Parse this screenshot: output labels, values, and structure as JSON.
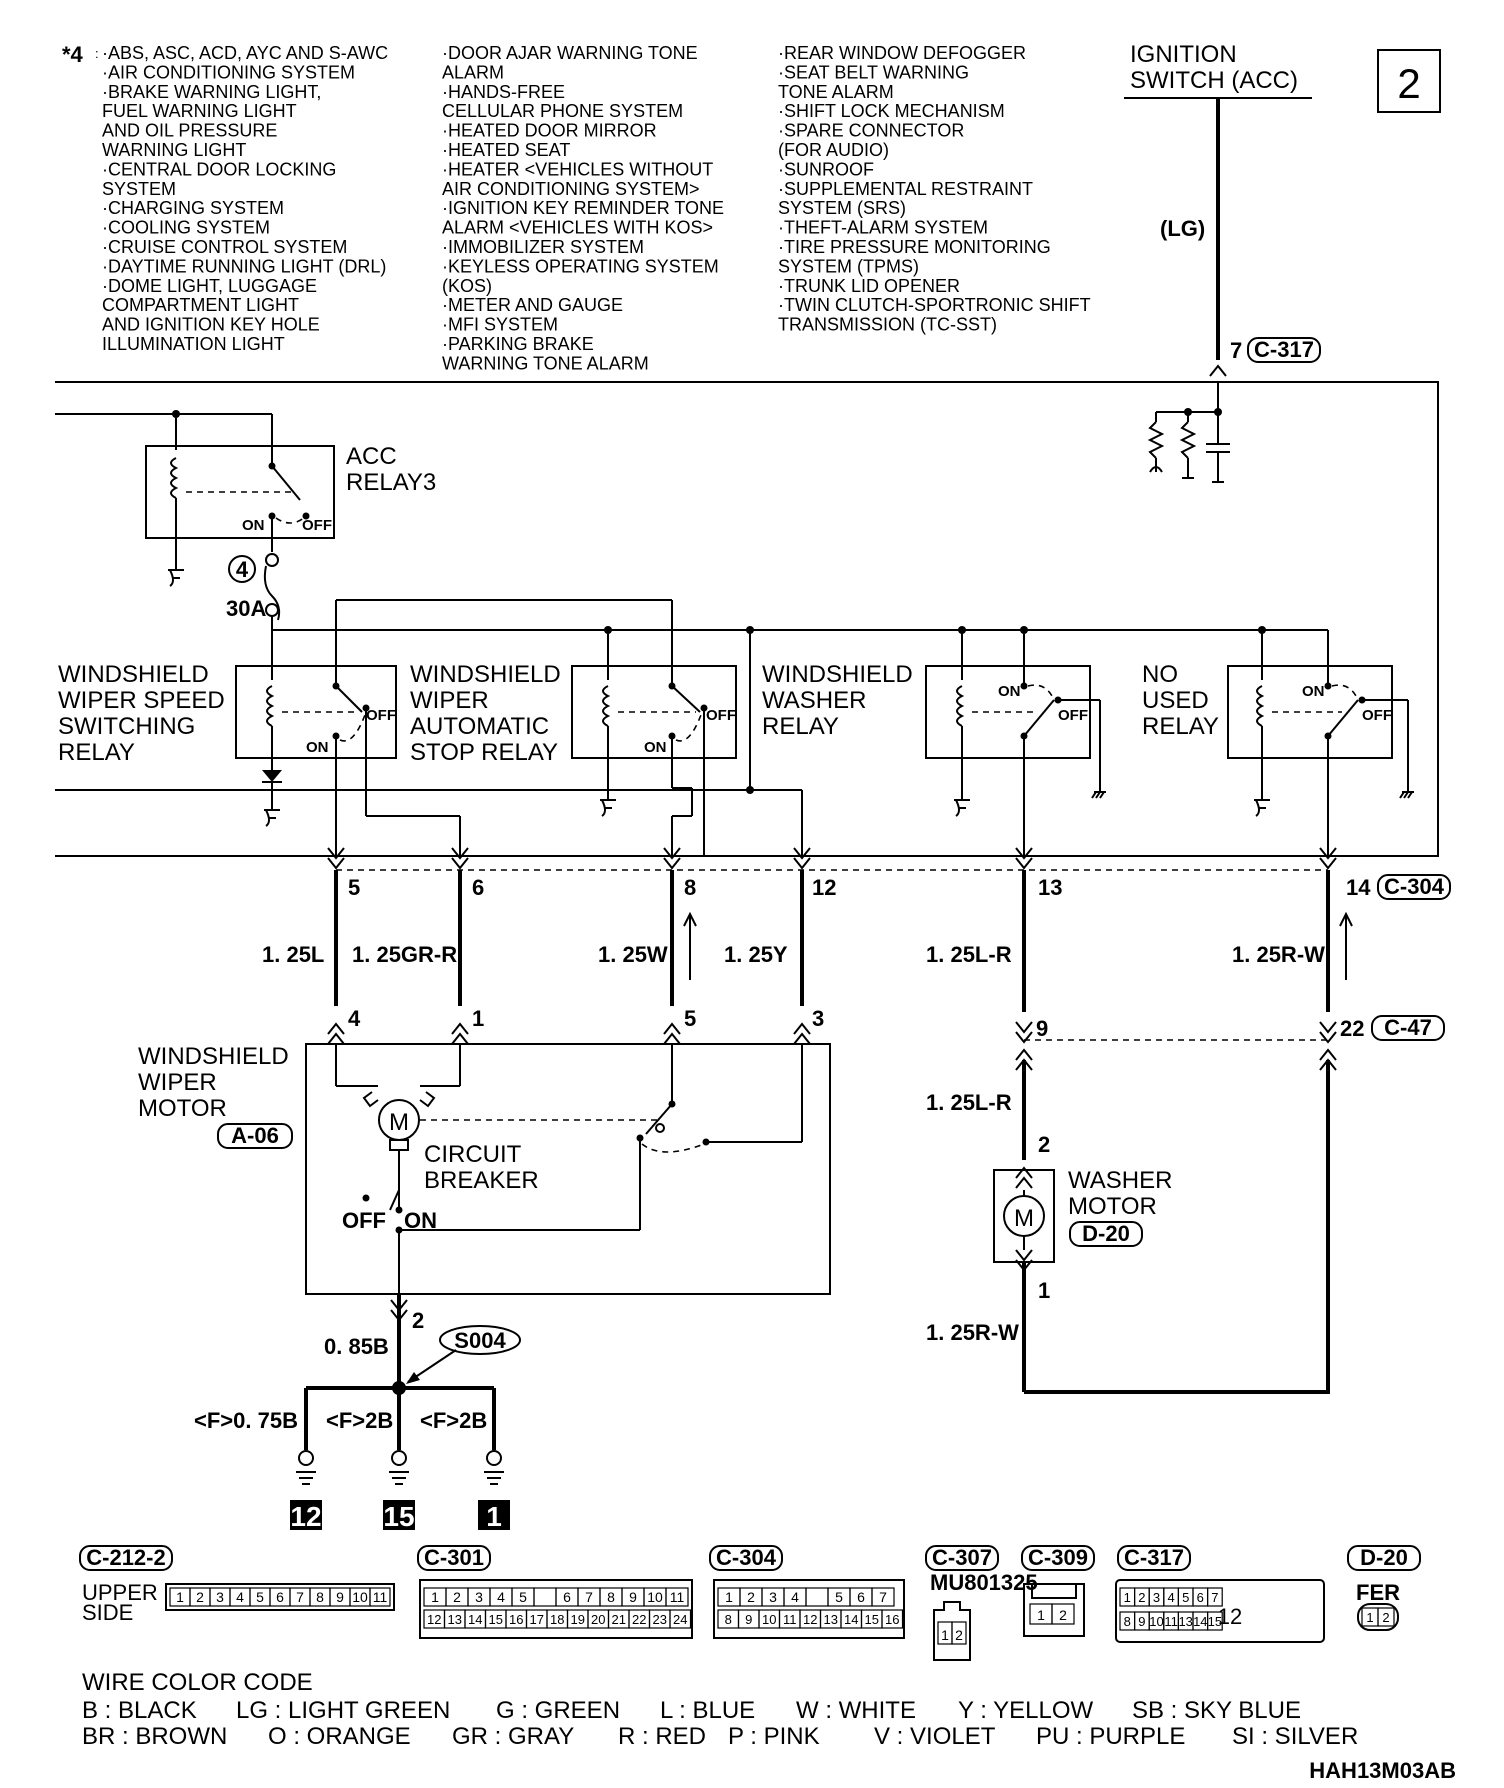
{
  "note": {
    "marker": "*4",
    "col1": [
      "·ABS, ASC, ACD, AYC AND S-AWC",
      "·AIR CONDITIONING SYSTEM",
      "·BRAKE WARNING LIGHT,",
      " FUEL WARNING LIGHT",
      " AND OIL PRESSURE",
      " WARNING LIGHT",
      "·CENTRAL DOOR LOCKING",
      " SYSTEM",
      "·CHARGING SYSTEM",
      "·COOLING SYSTEM",
      "·CRUISE CONTROL SYSTEM",
      "·DAYTIME RUNNING LIGHT (DRL)",
      "·DOME LIGHT, LUGGAGE",
      " COMPARTMENT LIGHT",
      " AND IGNITION KEY HOLE",
      " ILLUMINATION LIGHT"
    ],
    "col2": [
      "·DOOR AJAR WARNING TONE",
      " ALARM",
      "·HANDS-FREE",
      " CELLULAR PHONE SYSTEM",
      "·HEATED DOOR MIRROR",
      "·HEATED SEAT",
      "·HEATER <VEHICLES WITHOUT",
      " AIR CONDITIONING SYSTEM>",
      "·IGNITION KEY REMINDER TONE",
      " ALARM <VEHICLES WITH KOS>",
      "·IMMOBILIZER SYSTEM",
      "·KEYLESS OPERATING SYSTEM",
      " (KOS)",
      "·METER AND GAUGE",
      "·MFI SYSTEM",
      "·PARKING BRAKE",
      " WARNING TONE ALARM"
    ],
    "col3": [
      "·REAR WINDOW DEFOGGER",
      "·SEAT BELT WARNING",
      " TONE ALARM",
      "·SHIFT LOCK MECHANISM",
      "·SPARE CONNECTOR",
      " (FOR AUDIO)",
      "·SUNROOF",
      "·SUPPLEMENTAL RESTRAINT",
      " SYSTEM (SRS)",
      "·THEFT-ALARM SYSTEM",
      "·TIRE PRESSURE MONITORING",
      " SYSTEM (TPMS)",
      "·TRUNK LID OPENER",
      "·TWIN CLUTCH-SPORTRONIC SHIFT",
      " TRANSMISSION (TC-SST)"
    ]
  },
  "page_box": "2",
  "ignition": {
    "line1": "IGNITION",
    "line2": "SWITCH (ACC)",
    "wire": "(LG)",
    "pin": "7",
    "connector": "C-317"
  },
  "acc_relay": {
    "line1": "ACC",
    "line2": "RELAY3",
    "on": "ON",
    "off": "OFF"
  },
  "fuse": {
    "number": "4",
    "rating": "30A"
  },
  "relays": {
    "speed": [
      "WINDSHIELD",
      "WIPER SPEED",
      "SWITCHING",
      "RELAY"
    ],
    "autostop": [
      "WINDSHIELD",
      "WIPER",
      "AUTOMATIC",
      "STOP RELAY"
    ],
    "washer": [
      "WINDSHIELD",
      "WASHER",
      "RELAY"
    ],
    "unused": [
      "NO",
      "USED",
      "RELAY"
    ],
    "on": "ON",
    "off": "OFF"
  },
  "c304": {
    "pins": [
      "5",
      "6",
      "8",
      "12",
      "13",
      "14"
    ],
    "connector": "C-304"
  },
  "wires": {
    "w5": "1. 25L",
    "w6": "1. 25GR-R",
    "w8": "1. 25W",
    "w12": "1. 25Y",
    "w13": "1. 25L-R",
    "w14": "1. 25R-W",
    "w9": "1. 25L-R",
    "wmotor": "1. 25R-W",
    "wground": "0. 85B"
  },
  "motor_pins": [
    "4",
    "1",
    "5",
    "3",
    "2"
  ],
  "c47": {
    "pins": [
      "9",
      "22"
    ],
    "connector": "C-47"
  },
  "wiper_motor": {
    "lines": [
      "WINDSHIELD",
      "WIPER",
      "MOTOR"
    ],
    "connector": "A-06",
    "symbol": "M"
  },
  "breaker": {
    "line1": "CIRCUIT",
    "line2": "BREAKER",
    "off": "OFF",
    "on": "ON"
  },
  "washer_motor": {
    "line1": "WASHER",
    "line2": "MOTOR",
    "connector": "D-20",
    "pins": [
      "2",
      "1"
    ],
    "symbol": "M"
  },
  "ground": {
    "splice": "S004",
    "branches": [
      "<F>0. 75B",
      "<F>2B",
      "<F>2B"
    ],
    "points": [
      "12",
      "15",
      "1"
    ]
  },
  "connectors": {
    "c212": {
      "name": "C-212-2",
      "side1": "UPPER",
      "side2": "SIDE",
      "cells": [
        "1",
        "2",
        "3",
        "4",
        "5",
        "6",
        "7",
        "8",
        "9",
        "10",
        "11"
      ]
    },
    "c301": {
      "name": "C-301",
      "row1": [
        "1",
        "2",
        "3",
        "4",
        "5",
        "",
        "6",
        "7",
        "8",
        "9",
        "10",
        "11"
      ],
      "row2": [
        "12",
        "13",
        "14",
        "15",
        "16",
        "17",
        "18",
        "19",
        "20",
        "21",
        "22",
        "23",
        "24"
      ]
    },
    "c304": {
      "name": "C-304",
      "row1": [
        "1",
        "2",
        "3",
        "4",
        "",
        "5",
        "6",
        "7"
      ],
      "row2": [
        "8",
        "9",
        "10",
        "11",
        "12",
        "13",
        "14",
        "15",
        "16"
      ]
    },
    "c307": {
      "name": "C-307",
      "part": "MU801325",
      "cells": [
        "1",
        "2"
      ]
    },
    "c309": {
      "name": "C-309",
      "cells": [
        "1",
        "2"
      ]
    },
    "c317": {
      "name": "C-317",
      "row1": [
        "1",
        "2",
        "3",
        "4",
        "5",
        "6",
        "7"
      ],
      "row2": [
        "8",
        "9",
        "10",
        "11",
        "13",
        "14",
        "15"
      ],
      "center": "12"
    },
    "d20": {
      "name": "D-20",
      "mark": "FER",
      "cells": [
        "1",
        "2"
      ]
    }
  },
  "color_code": {
    "title": "WIRE COLOR CODE",
    "row1": [
      "B : BLACK",
      "LG : LIGHT GREEN",
      "G : GREEN",
      "L : BLUE",
      "W : WHITE",
      "Y : YELLOW",
      "SB : SKY BLUE"
    ],
    "row2": [
      "BR : BROWN",
      "O : ORANGE",
      "GR : GRAY",
      "R : RED",
      "P : PINK",
      "V : VIOLET",
      "PU : PURPLE",
      "SI : SILVER"
    ]
  },
  "footer": "HAH13M03AB"
}
